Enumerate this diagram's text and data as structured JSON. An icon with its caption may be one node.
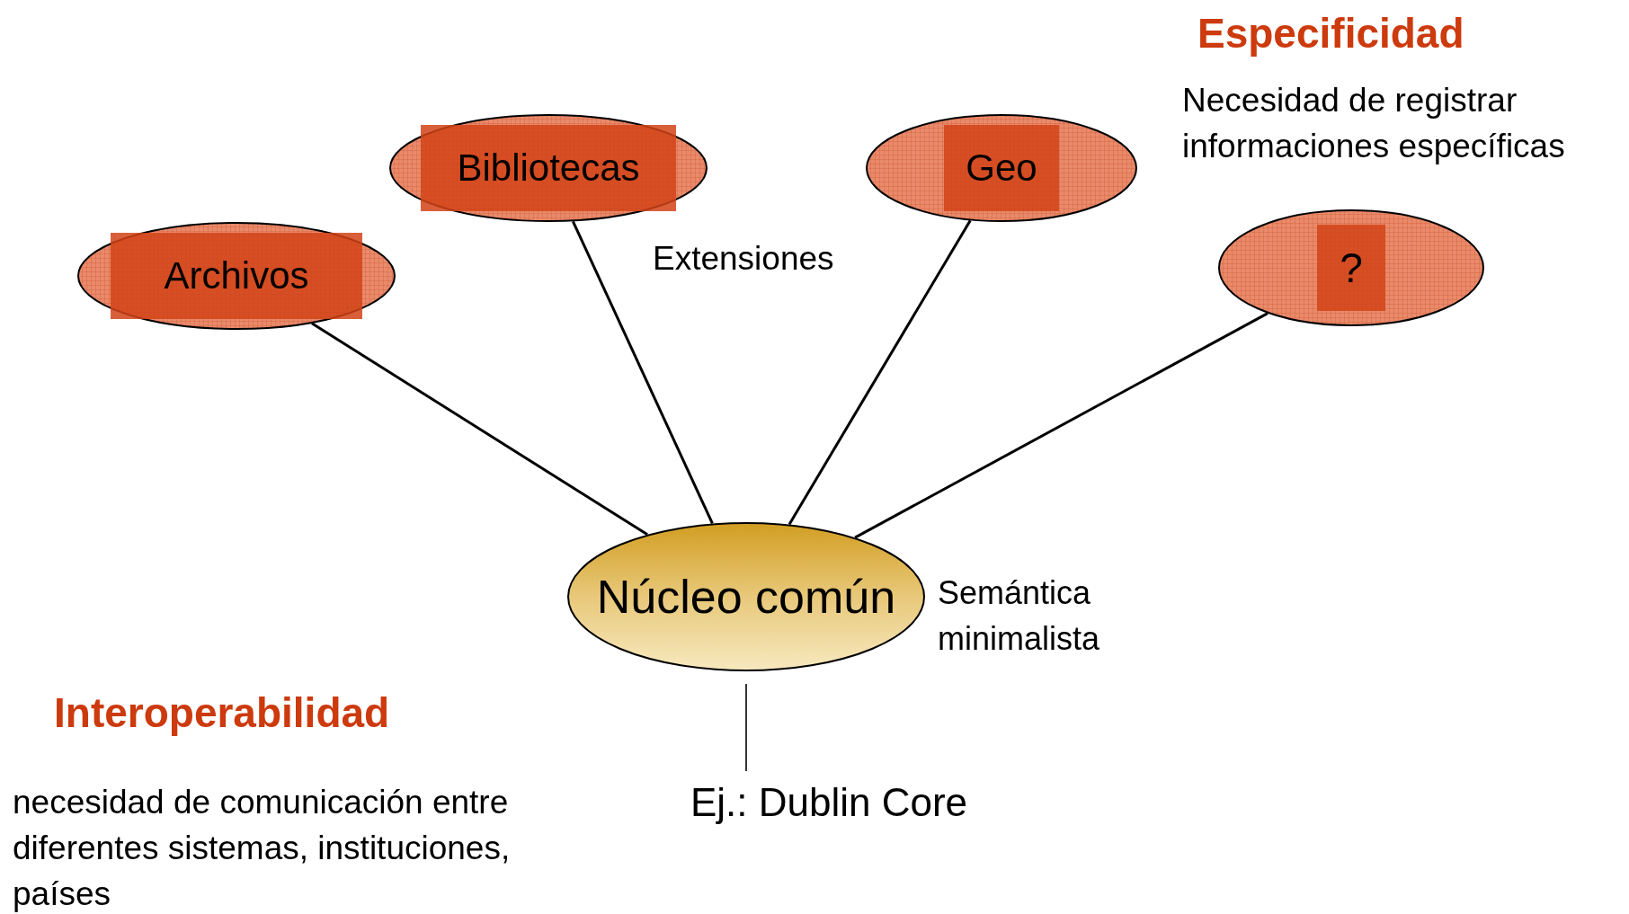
{
  "diagram": {
    "nodes": [
      {
        "text": [
          "Archivos"
        ]
      },
      {
        "text": [
          "Bibliotecas"
        ]
      },
      {
        "text": [
          "Geo"
        ]
      },
      {
        "text": [
          "?"
        ]
      },
      {
        "text": [
          "Núcleo común"
        ],
        "beside": [
          "Semántica minimalista"
        ]
      },
      {
        "text": [
          "Ej.: Dublin Core"
        ]
      }
    ],
    "edges": [
      {
        "from": 0,
        "to": 4,
        "arrow": "none"
      },
      {
        "from": 1,
        "to": 4,
        "arrow": "none"
      },
      {
        "from": 2,
        "to": 4,
        "arrow": "none"
      },
      {
        "from": 3,
        "to": 4,
        "arrow": "none"
      },
      {
        "from": 4,
        "to": 5,
        "arrow": "none"
      }
    ],
    "labels": [
      "Especificidad",
      "Necesidad de registrar informaciones específicas",
      "Extensiones",
      "Interoperabilidad",
      "necesidad de comunicación entre diferentes sistemas, instituciones, países"
    ]
  }
}
